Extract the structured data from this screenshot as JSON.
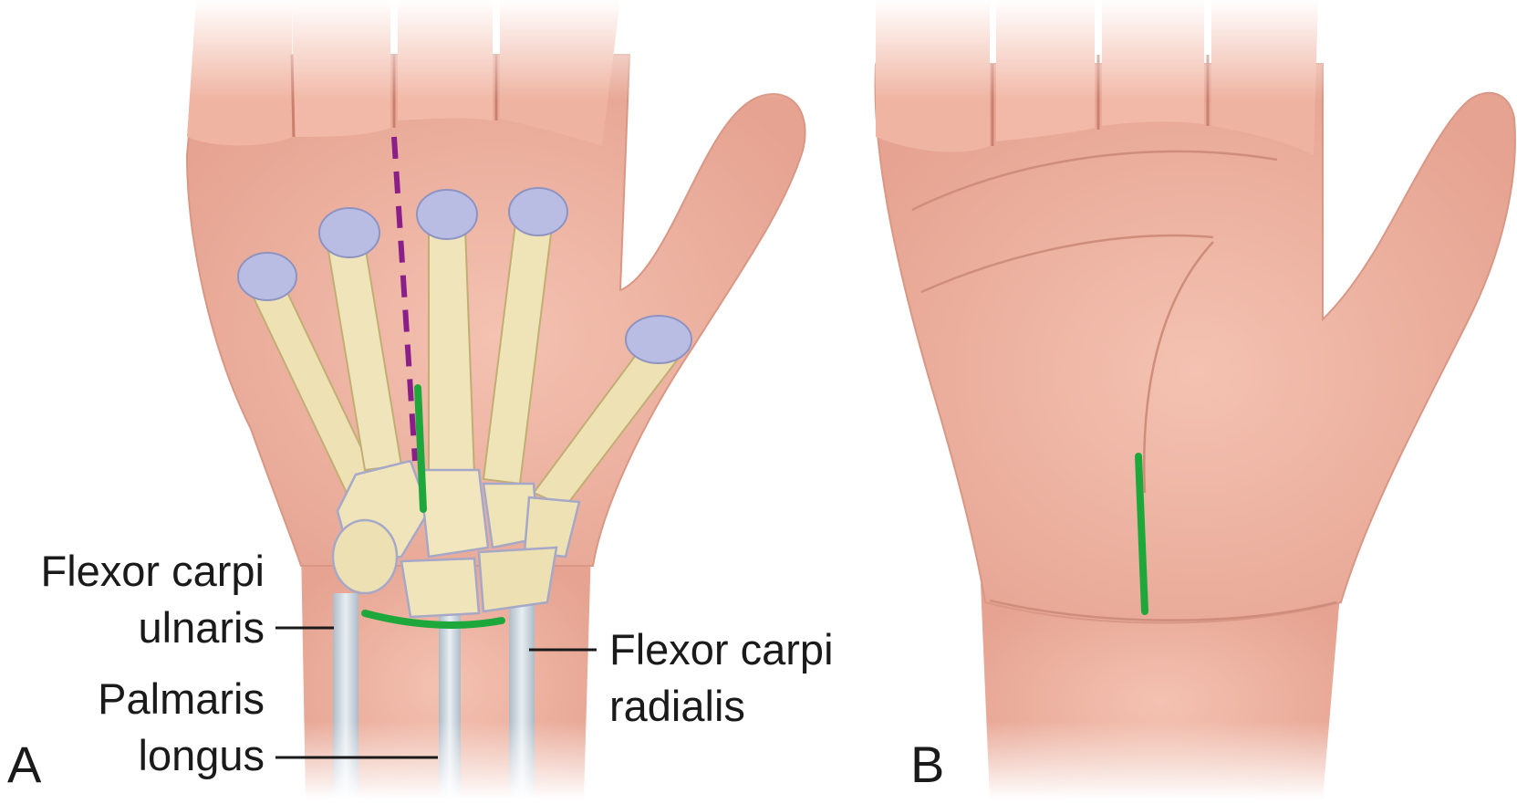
{
  "panels": {
    "a": {
      "letter": "A",
      "labels": {
        "fcu_line1": "Flexor carpi",
        "fcu_line2": "ulnaris",
        "pl_line1": "Palmaris",
        "pl_line2": "longus",
        "fcr_line1": "Flexor carpi",
        "fcr_line2": "radialis"
      }
    },
    "b": {
      "letter": "B"
    }
  },
  "colors": {
    "skin": "#f2b9a8",
    "skin_shadow": "#dc9180",
    "bone": "#efe3b8",
    "bone_outline": "#c9b67e",
    "cartilage": "#b9bde3",
    "tendon": "#cfd8df",
    "incision_green": "#1ea83c",
    "dashed_purple": "#8a1f8a"
  }
}
